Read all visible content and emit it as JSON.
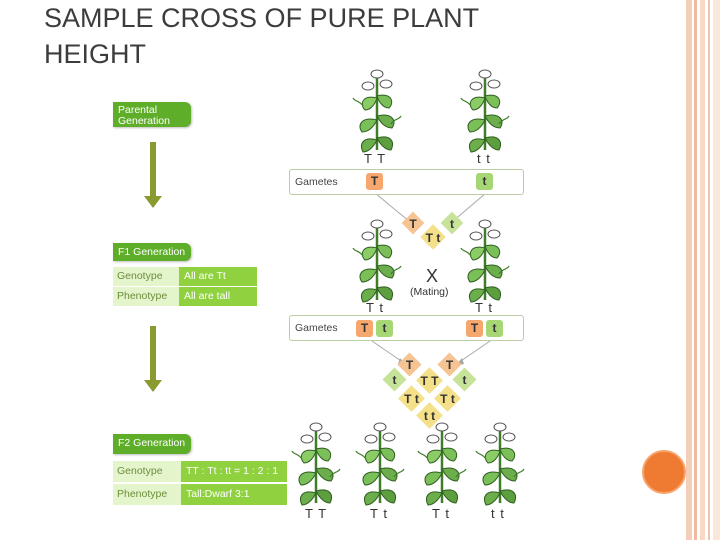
{
  "title_line1": "SAMPLE CROSS OF PURE PLANT",
  "title_line2": "HEIGHT",
  "parental": {
    "label_line1": "Parental",
    "label_line2": "Generation",
    "plant1_genotype": "T T",
    "plant2_genotype": "t t"
  },
  "gametes1": {
    "label": "Gametes",
    "left_allele": "T",
    "right_allele": "t"
  },
  "f1_cross": {
    "cell_left": "T",
    "cell_right": "t",
    "cell_result": "T t"
  },
  "f1": {
    "label": "F1 Generation",
    "rows": [
      {
        "key": "Genotype",
        "value": "All are Tt"
      },
      {
        "key": "Phenotype",
        "value": "All are tall"
      }
    ],
    "plant1_genotype": "T t",
    "plant2_genotype": "T t",
    "mating_symbol": "X",
    "mating_text": "(Mating)"
  },
  "gametes2": {
    "label": "Gametes",
    "left_alleles": [
      "T",
      "t"
    ],
    "right_alleles": [
      "T",
      "t"
    ]
  },
  "f2_cross": {
    "top_left": "T",
    "top_right": "T",
    "left": "t",
    "right": "t",
    "center": "T T",
    "mid_left": "T t",
    "mid_right": "T t",
    "bottom": "t t"
  },
  "f2": {
    "label": "F2 Generation",
    "rows": [
      {
        "key": "Genotype",
        "value": "TT : Tt : tt = 1 : 2 : 1"
      },
      {
        "key": "Phenotype",
        "value": "Tall:Dwarf 3:1"
      }
    ],
    "plant_genotypes": [
      "T T",
      "T t",
      "T t",
      "t t"
    ]
  },
  "colors": {
    "accent_orange": "#f6a76e",
    "accent_green": "#a7d774",
    "label_green": "#5fae2a",
    "arrow_olive": "#8b9a2e"
  },
  "icons": [
    "plant-icon",
    "down-arrow-icon"
  ]
}
